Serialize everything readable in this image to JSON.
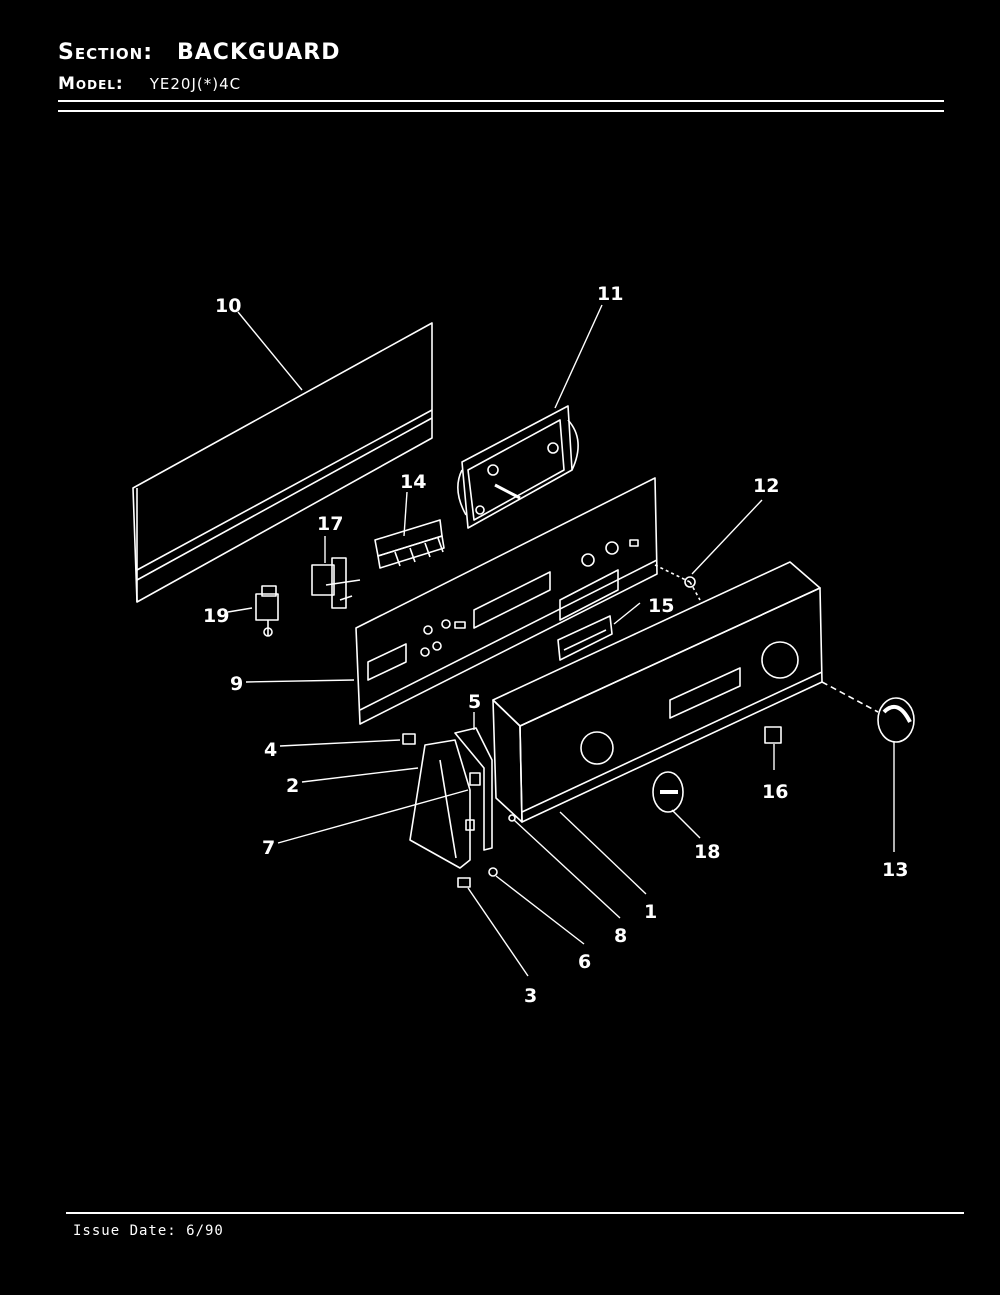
{
  "header": {
    "section_label": "Section:",
    "section_value": "BACKGUARD",
    "model_label": "Model:",
    "model_value": "YE20J(*)4C"
  },
  "footer": {
    "issue_date": "Issue Date: 6/90"
  },
  "callouts": [
    "1",
    "2",
    "3",
    "4",
    "5",
    "6",
    "7",
    "8",
    "9",
    "10",
    "11",
    "12",
    "13",
    "14",
    "15",
    "16",
    "17",
    "18",
    "19"
  ],
  "colors": {
    "background": "#000000",
    "ink": "#ffffff"
  }
}
